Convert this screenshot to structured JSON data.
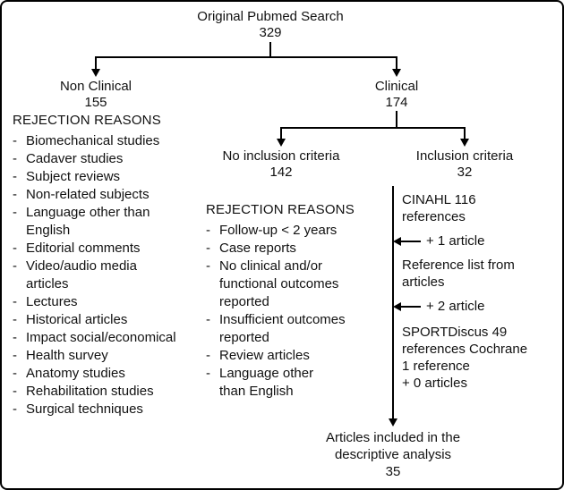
{
  "bullet": "-",
  "nodes": {
    "root": {
      "label": "Original Pubmed Search",
      "count": "329"
    },
    "non_clinical": {
      "label": "Non Clinical",
      "count": "155"
    },
    "clinical": {
      "label": "Clinical",
      "count": "174"
    },
    "no_inclusion": {
      "label": "No inclusion criteria",
      "count": "142"
    },
    "inclusion": {
      "label": "Inclusion criteria",
      "count": "32"
    },
    "final": {
      "label": "Articles included in the\ndescriptive analysis",
      "count": "35"
    }
  },
  "left_rejection": {
    "title": "REJECTION REASONS",
    "items": [
      "Biomechanical studies",
      "Cadaver studies",
      "Subject reviews",
      "Non-related subjects",
      "Language other than\nEnglish",
      "Editorial comments",
      "Video/audio media\narticles",
      "Lectures",
      "Historical articles",
      "Impact social/economical",
      "Health survey",
      "Anatomy studies",
      "Rehabilitation studies",
      "Surgical techniques"
    ]
  },
  "mid_rejection": {
    "title": "REJECTION REASONS",
    "items": [
      "Follow-up < 2 years",
      "Case reports",
      "No clinical and/or\nfunctional outcomes\nreported",
      "Insufficient outcomes\nreported",
      "Review articles",
      "Language other\nthan English"
    ]
  },
  "additions": {
    "cinahl": "CINAHL 116\nreferences",
    "cinahl_add": "+ 1 article",
    "reference_list": "Reference list from\narticles",
    "reference_list_add": "+ 2 article",
    "sportdiscus": "SPORTDiscus 49\nreferences Cochrane\n1 reference\n+ 0 articles"
  }
}
